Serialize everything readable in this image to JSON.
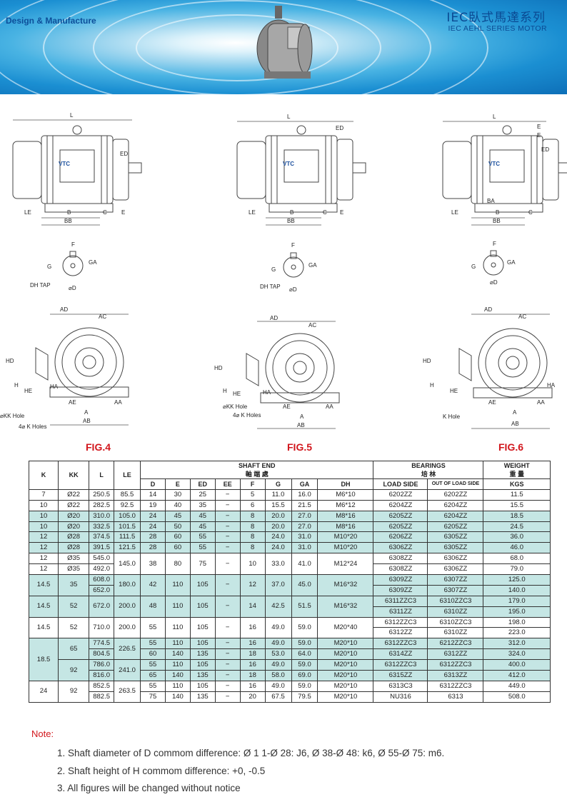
{
  "banner": {
    "left_text": "Design & Manufacture",
    "title_cn": "IEC臥式馬達系列",
    "title_en": "IEC AEHL SERIES MOTOR"
  },
  "drawings": {
    "side": {
      "L": "L",
      "ED": "ED",
      "LE": "LE",
      "B": "B",
      "BB": "BB",
      "C": "C",
      "E": "E",
      "BA": "BA",
      "logo": "VTC"
    },
    "shaft": {
      "F": "F",
      "G": "G",
      "GA": "GA",
      "DH": "DH TAP",
      "D": "⌀D"
    },
    "front": {
      "AD": "AD",
      "AC": "AC",
      "HD": "HD",
      "H": "H",
      "HE": "HE",
      "HA": "HA",
      "AE": "AE",
      "AA": "AA",
      "A": "A",
      "AB": "AB",
      "kk4": "⌀KK Hole",
      "kk5": "⌀KK Hole",
      "k4": "4⌀ K Holes",
      "k5": "4⌀ K Holes",
      "k6": "K Hole"
    }
  },
  "figures": [
    "FIG.4",
    "FIG.5",
    "FIG.6"
  ],
  "table": {
    "headers": {
      "K": "K",
      "KK": "KK",
      "L": "L",
      "LE": "LE",
      "shaft_en": "SHAFT END",
      "shaft_cn": "軸 端 處",
      "bear_en": "BEARINGS",
      "bear_cn": "培 林",
      "weight_en": "WEIGHT",
      "weight_cn": "重 量"
    },
    "sub": [
      "D",
      "E",
      "ED",
      "EE",
      "F",
      "G",
      "GA",
      "DH",
      "LOAD SIDE",
      "OUT OF LOAD SIDE",
      "KGS"
    ],
    "rows": [
      [
        "7",
        "Ø22",
        "250.5",
        "85.5",
        "14",
        "30",
        "25",
        "−",
        "5",
        "11.0",
        "16.0",
        "M6*10",
        "6202ZZ",
        "6202ZZ",
        "11.5"
      ],
      [
        "10",
        "Ø22",
        "282.5",
        "92.5",
        "19",
        "40",
        "35",
        "−",
        "6",
        "15.5",
        "21.5",
        "M6*12",
        "6204ZZ",
        "6204ZZ",
        "15.5"
      ],
      [
        "10",
        "Ø20",
        "310.0",
        "105.0",
        "24",
        "45",
        "45",
        "−",
        "8",
        "20.0",
        "27.0",
        "M8*16",
        "6205ZZ",
        "6204ZZ",
        "18.5"
      ],
      [
        "10",
        "Ø20",
        "332.5",
        "101.5",
        "24",
        "50",
        "45",
        "−",
        "8",
        "20.0",
        "27.0",
        "M8*16",
        "6205ZZ",
        "6205ZZ",
        "24.5"
      ],
      [
        "12",
        "Ø28",
        "374.5",
        "111.5",
        "28",
        "60",
        "55",
        "−",
        "8",
        "24.0",
        "31.0",
        "M10*20",
        "6206ZZ",
        "6305ZZ",
        "36.0"
      ],
      [
        "12",
        "Ø28",
        "391.5",
        "121.5",
        "28",
        "60",
        "55",
        "−",
        "8",
        "24.0",
        "31.0",
        "M10*20",
        "6306ZZ",
        "6305ZZ",
        "46.0"
      ],
      {
        "K": "12",
        "KK": "Ø35",
        "L": "545.0",
        "LE": "145.0",
        "D": "38",
        "E": "80",
        "ED": "75",
        "EE": "−",
        "F": "10",
        "G": "33.0",
        "GA": "41.0",
        "DH": "M12*24",
        "b1": "6308ZZ",
        "o1": "6306ZZ",
        "w1": "68.0",
        "K2": "12",
        "KK2": "Ø35",
        "L2": "492.0",
        "b2": "6308ZZ",
        "o2": "6306ZZ",
        "w2": "79.0"
      },
      {
        "K": "14.5",
        "KK": "35",
        "L": "608.0",
        "LE": "180.0",
        "D": "42",
        "E": "110",
        "ED": "105",
        "EE": "−",
        "F": "12",
        "G": "37.0",
        "GA": "45.0",
        "DH": "M16*32",
        "b1": "6309ZZ",
        "o1": "6307ZZ",
        "w1": "125.0",
        "L2": "652.0",
        "b2": "6309ZZ",
        "o2": "6307ZZ",
        "w2": "140.0"
      },
      {
        "K": "14.5",
        "KK": "52",
        "L": "672.0",
        "LE": "200.0",
        "D": "48",
        "E": "110",
        "ED": "105",
        "EE": "−",
        "F": "14",
        "G": "42.5",
        "GA": "51.5",
        "DH": "M16*32",
        "b1": "6311ZZC3",
        "o1": "6310ZZC3",
        "w1": "179.0",
        "b2": "6311ZZ",
        "o2": "6310ZZ",
        "w2": "195.0"
      },
      {
        "K": "14.5",
        "KK": "52",
        "L": "710.0",
        "LE": "200.0",
        "D": "55",
        "E": "110",
        "ED": "105",
        "EE": "−",
        "F": "16",
        "G": "49.0",
        "GA": "59.0",
        "DH": "M20*40",
        "b1": "6312ZZC3",
        "o1": "6310ZZC3",
        "w1": "198.0",
        "b2": "6312ZZ",
        "o2": "6310ZZ",
        "w2": "223.0"
      }
    ],
    "group185": {
      "K": "18.5",
      "KK1": "65",
      "KK2": "92",
      "LE1": "226.5",
      "LE2": "241.0",
      "rows": [
        [
          "774.5",
          "55",
          "110",
          "105",
          "−",
          "16",
          "49.0",
          "59.0",
          "M20*10",
          "6312ZZC3",
          "6212ZZC3",
          "312.0"
        ],
        [
          "804.5",
          "60",
          "140",
          "135",
          "−",
          "18",
          "53.0",
          "64.0",
          "M20*10",
          "6314ZZ",
          "6312ZZ",
          "324.0"
        ],
        [
          "786.0",
          "55",
          "110",
          "105",
          "−",
          "16",
          "49.0",
          "59.0",
          "M20*10",
          "6312ZZC3",
          "6312ZZC3",
          "400.0"
        ],
        [
          "816.0",
          "65",
          "140",
          "135",
          "−",
          "18",
          "58.0",
          "69.0",
          "M20*10",
          "6315ZZ",
          "6313ZZ",
          "412.0"
        ]
      ]
    },
    "group24": {
      "K": "24",
      "KK": "92",
      "LE": "263.5",
      "rows": [
        [
          "852.5",
          "55",
          "110",
          "105",
          "−",
          "16",
          "49.0",
          "59.0",
          "M20*10",
          "6313C3",
          "6312ZZC3",
          "449.0"
        ],
        [
          "882.5",
          "75",
          "140",
          "135",
          "−",
          "20",
          "67.5",
          "79.5",
          "M20*10",
          "NU316",
          "6313",
          "508.0"
        ]
      ]
    }
  },
  "notes": {
    "title": "Note:",
    "items": [
      "1. Shaft diameter of D commom difference:  Ø 1 1-Ø 28: J6, Ø 38-Ø 48: k6, Ø 55-Ø 75: m6.",
      "2. Shaft height of H commom difference: +0, -0.5",
      "3. All figures will be changed without notice"
    ]
  },
  "colors": {
    "accent": "#d2161c",
    "teal": "#c5e6e4",
    "banner": "#1b8fd2"
  }
}
